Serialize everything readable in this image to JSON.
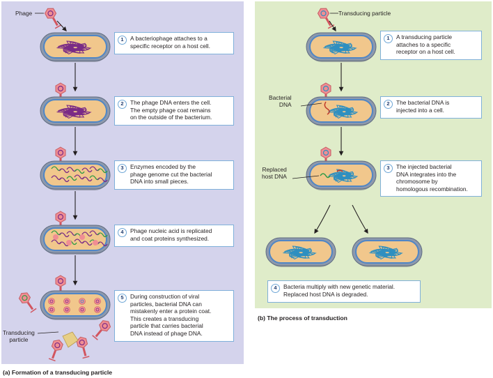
{
  "panel_a": {
    "caption": "(a) Formation of a transducing particle",
    "phage_label": "Phage",
    "transducing_label": "Transducing\nparticle",
    "steps": [
      {
        "num": "1",
        "text": "A bacteriophage attaches to a\nspecific receptor on a host cell."
      },
      {
        "num": "2",
        "text": "The phage DNA enters the cell.\nThe empty phage coat remains\non the outside of the bacterium."
      },
      {
        "num": "3",
        "text": "Enzymes encoded by the\nphage genome cut the bacterial\nDNA into small pieces."
      },
      {
        "num": "4",
        "text": "Phage nucleic acid is replicated\nand coat proteins synthesized."
      },
      {
        "num": "5",
        "text": "During construction of viral\nparticles, bacterial DNA can\nmistakenly enter a protein coat.\nThis creates a transducing\nparticle that carries bacterial\nDNA instead of phage DNA."
      }
    ]
  },
  "panel_b": {
    "caption": "(b) The process of transduction",
    "transducing_label": "Transducing particle",
    "bacterial_dna_label": "Bacterial\nDNA",
    "replaced_label": "Replaced\nhost DNA",
    "steps": [
      {
        "num": "1",
        "text": "A transducing particle\nattaches to a specific\nreceptor on a host cell."
      },
      {
        "num": "2",
        "text": "The bacterial DNA is\ninjected into a cell."
      },
      {
        "num": "3",
        "text": "The injected bacterial\nDNA integrates into the\nchromosome by\nhomologous recombination."
      },
      {
        "num": "4",
        "text": "Bacteria multiply with new genetic material.\nReplaced host DNA is degraded."
      }
    ]
  },
  "colors": {
    "panel_a_bg": "#d4d3ec",
    "panel_b_bg": "#dfecc9",
    "cell_fill": "#f1c78c",
    "cell_wall": "#8d99ad",
    "membrane": "#4f86c6",
    "phage_dna": "#7a2b86",
    "bacterial_dna": "#2e8fc0",
    "phage_head": "#f08e93",
    "step_border": "#7fb0da"
  }
}
